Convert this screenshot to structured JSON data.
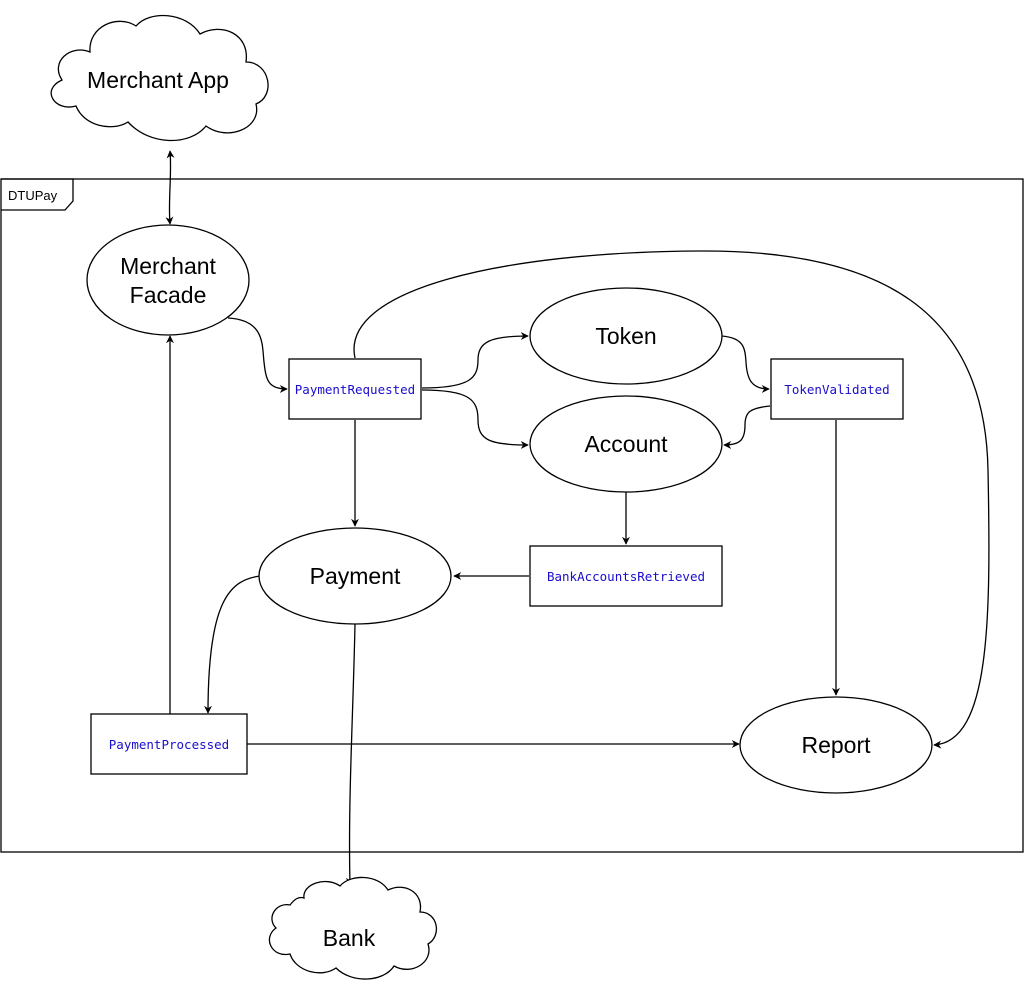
{
  "frame": {
    "label": "DTUPay"
  },
  "external": {
    "merchant_app": "Merchant App",
    "bank": "Bank"
  },
  "services": {
    "merchant_facade_line1": "Merchant",
    "merchant_facade_line2": "Facade",
    "token": "Token",
    "account": "Account",
    "payment": "Payment",
    "report": "Report"
  },
  "events": {
    "payment_requested": "PaymentRequested",
    "token_validated": "TokenValidated",
    "bank_accounts_retrieved": "BankAccountsRetrieved",
    "payment_processed": "PaymentProcessed"
  },
  "colors": {
    "event_text": "#1a0dcc",
    "stroke": "#000000"
  }
}
